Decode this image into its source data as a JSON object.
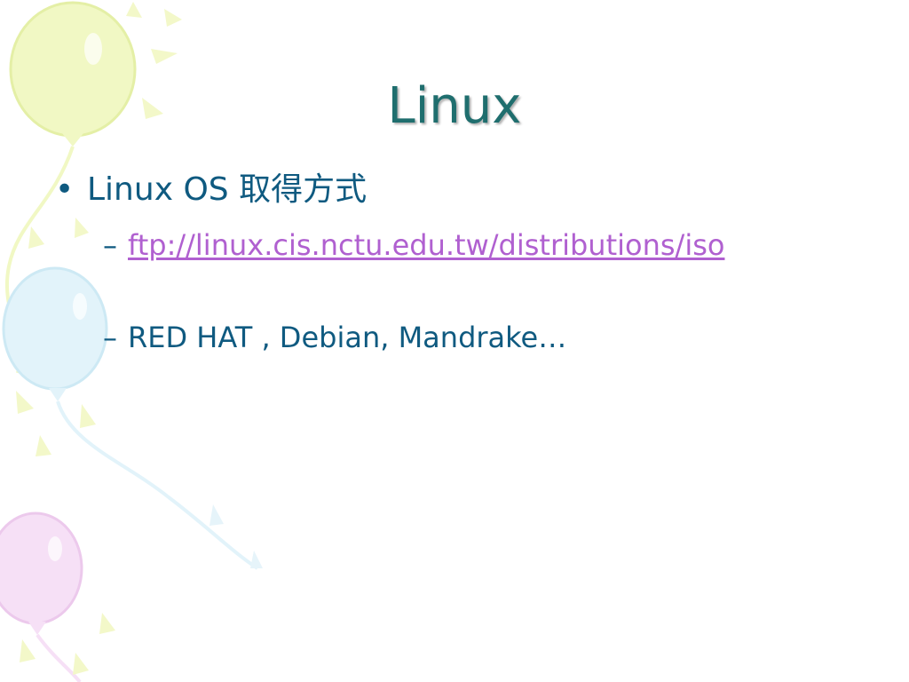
{
  "slide": {
    "title": "Linux",
    "bullets": {
      "main": "Linux OS 取得方式",
      "sub1_link": "ftp://linux.cis.nctu.edu.tw/distributions/iso",
      "sub2": "RED HAT , Debian, Mandrake…"
    },
    "bullet_symbol": "•",
    "dash_symbol": "–"
  },
  "colors": {
    "title": "#1f6e6e",
    "text": "#0f5a80",
    "link": "#b060d0",
    "balloon_yellow": "#eef7b8",
    "balloon_blue": "#d8f0f8",
    "balloon_pink": "#f4d8f4"
  }
}
